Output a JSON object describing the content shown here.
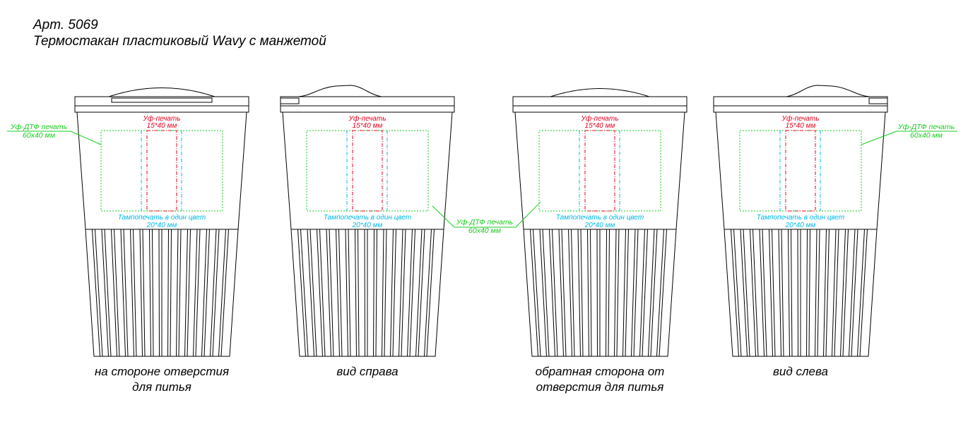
{
  "header": {
    "article": "Арт. 5069",
    "product": "Термостакан пластиковый Wavy с манжетой"
  },
  "colors": {
    "uv": "#e8001c",
    "pad": "#00b8e8",
    "dtf": "#17cc1d",
    "outline": "#000000"
  },
  "print": {
    "uv_label": "Уф-печать",
    "uv_size": "15*40 мм",
    "pad_label": "Тампопечать в один цвет",
    "pad_size": "20*40 мм",
    "dtf_label": "Уф-ДТФ печать",
    "dtf_size": "60x40 мм"
  },
  "views": [
    {
      "caption_1": "на стороне отверстия",
      "caption_2": "для питья"
    },
    {
      "caption_1": "вид справа",
      "caption_2": ""
    },
    {
      "caption_1": "обратная сторона от",
      "caption_2": "отверстия для питья"
    },
    {
      "caption_1": "вид слева",
      "caption_2": ""
    }
  ]
}
